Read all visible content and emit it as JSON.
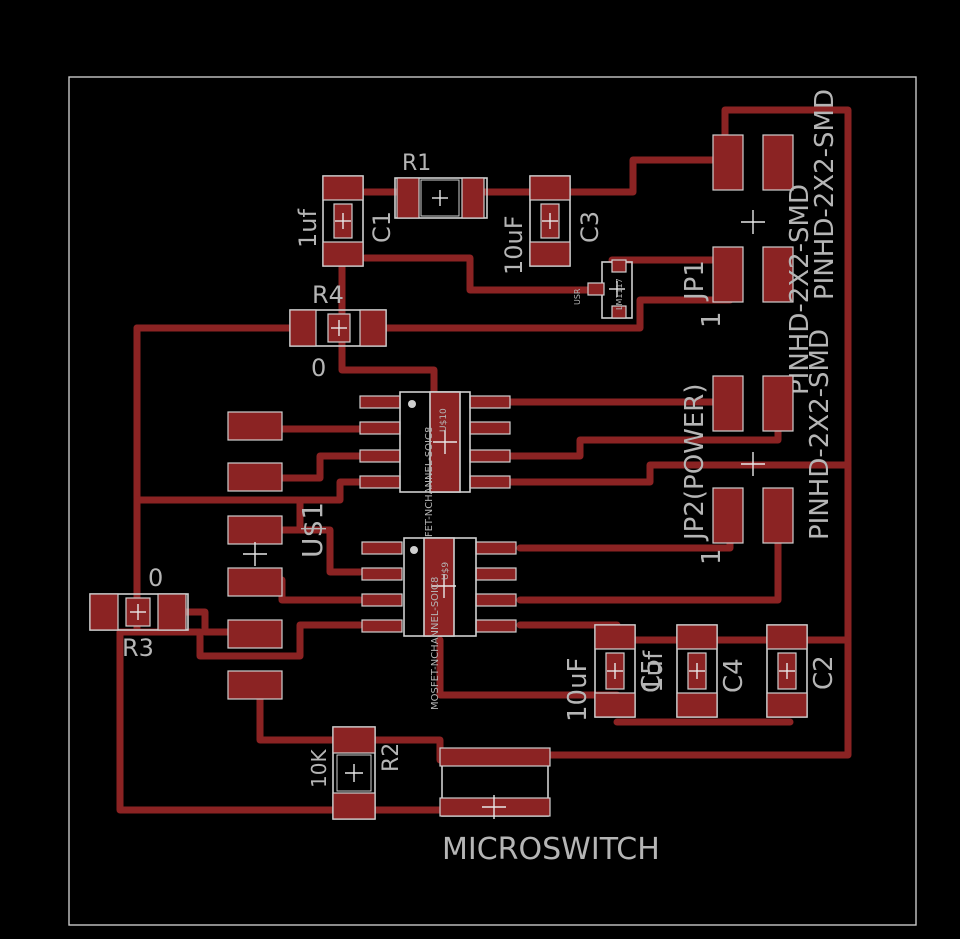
{
  "board": {
    "labels": {
      "r1": "R1",
      "c1_value": "1uf",
      "c1": "C1",
      "c3_value": "10uF",
      "c3": "C3",
      "r4": "R4",
      "r4_value": "0",
      "jp1": "JP1",
      "jp1_pin": "1",
      "jp2": "JP2(POWER)",
      "jp2_pin": "1",
      "pinhd_top": "PINHD-2X2-SMD",
      "pinhd_bottom": "PINHD-2X2-SMD",
      "pinhd_jp1": "PINHD-2X2-SMD",
      "us1": "U$1",
      "mosfet_top": "MOSFET-NCHANNEL-SOIC8",
      "mosfet_bottom": "MOSFET-NCHANNEL-SOIC8",
      "u10": "U$10",
      "u9": "U$9",
      "r3": "R3",
      "r3_value": "0",
      "c5_value": "10uF",
      "c5": "C5",
      "c4_value": "1uf",
      "c4": "C4",
      "c2": "C2",
      "r2": "R2",
      "r2_value": "10K",
      "microswitch": "MICROSWITCH",
      "usr": "USR",
      "lm": "LM1117"
    },
    "colors": {
      "copper": "#8b2323",
      "silkscreen": "#b5b5b5",
      "background": "#000000"
    }
  }
}
